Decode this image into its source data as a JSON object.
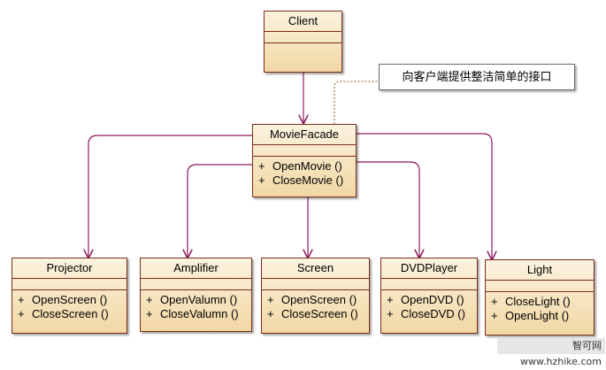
{
  "diagram": {
    "note": {
      "text": "向客户端提供整洁简单的接口"
    },
    "classes": {
      "client": {
        "name": "Client",
        "operations": []
      },
      "moviefacade": {
        "name": "MovieFacade",
        "operations": [
          {
            "visibility": "+",
            "label": "OpenMovie ()"
          },
          {
            "visibility": "+",
            "label": "CloseMovie ()"
          }
        ]
      },
      "projector": {
        "name": "Projector",
        "operations": [
          {
            "visibility": "+",
            "label": "OpenScreen ()"
          },
          {
            "visibility": "+",
            "label": "CloseScreen ()"
          }
        ]
      },
      "amplifier": {
        "name": "Amplifier",
        "operations": [
          {
            "visibility": "+",
            "label": "OpenValumn ()"
          },
          {
            "visibility": "+",
            "label": "CloseValumn ()"
          }
        ]
      },
      "screen": {
        "name": "Screen",
        "operations": [
          {
            "visibility": "+",
            "label": "OpenScreen ()"
          },
          {
            "visibility": "+",
            "label": "CloseScreen ()"
          }
        ]
      },
      "dvdplayer": {
        "name": "DVDPlayer",
        "operations": [
          {
            "visibility": "+",
            "label": "OpenDVD ()"
          },
          {
            "visibility": "+",
            "label": "CloseDVD ()"
          }
        ]
      },
      "light": {
        "name": "Light",
        "operations": [
          {
            "visibility": "+",
            "label": "CloseLight ()"
          },
          {
            "visibility": "+",
            "label": "OpenLight ()"
          }
        ]
      }
    },
    "edges": [
      {
        "from": "client",
        "to": "moviefacade",
        "kind": "association"
      },
      {
        "from": "moviefacade",
        "to": "projector",
        "kind": "association"
      },
      {
        "from": "moviefacade",
        "to": "amplifier",
        "kind": "association"
      },
      {
        "from": "moviefacade",
        "to": "screen",
        "kind": "association"
      },
      {
        "from": "moviefacade",
        "to": "dvdplayer",
        "kind": "association"
      },
      {
        "from": "moviefacade",
        "to": "light",
        "kind": "association"
      },
      {
        "from": "note",
        "to": "moviefacade",
        "kind": "note-anchor"
      }
    ],
    "colors": {
      "edge": "#8b1a5c",
      "border": "#7b2d1a",
      "anchor": "#8a5a2a"
    }
  },
  "watermark": {
    "text": "智可网 www.hzhike.com"
  }
}
